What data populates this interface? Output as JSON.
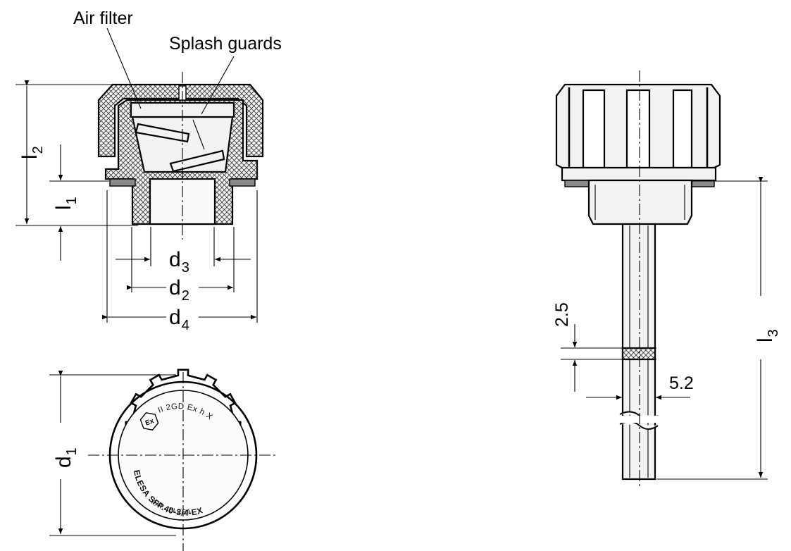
{
  "callouts": {
    "air_filter": "Air filter",
    "splash_guards": "Splash guards"
  },
  "dimensions": {
    "l2": {
      "base": "l",
      "sub": "2"
    },
    "l1": {
      "base": "l",
      "sub": "1"
    },
    "l3": {
      "base": "l",
      "sub": "3"
    },
    "d1": {
      "base": "d",
      "sub": "1"
    },
    "d2": {
      "base": "d",
      "sub": "2"
    },
    "d3": {
      "base": "d",
      "sub": "3"
    },
    "d4": {
      "base": "d",
      "sub": "4"
    },
    "slot_width": "2.5",
    "rod_thickness": "5.2"
  },
  "cap_markings": {
    "atex_code": "II 2GD Ex h X",
    "product": "ELESA SFP.40-3/4-EX",
    "patent": "PAT.- ELESA"
  }
}
